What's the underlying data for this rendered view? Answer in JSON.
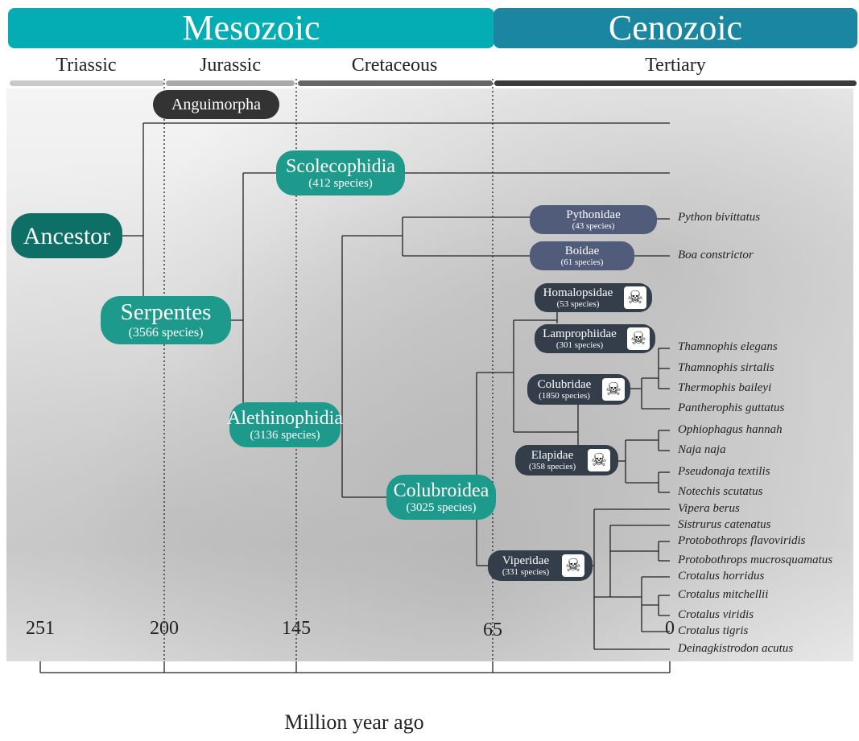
{
  "eras": {
    "mesozoic": "Mesozoic",
    "cenozoic": "Cenozoic"
  },
  "periods": {
    "triassic": "Triassic",
    "jurassic": "Jurassic",
    "cretaceous": "Cretaceous",
    "tertiary": "Tertiary"
  },
  "nodes": {
    "anguimorpha": {
      "name": "Anguimorpha"
    },
    "ancestor": {
      "name": "Ancestor"
    },
    "serpentes": {
      "name": "Serpentes",
      "count": "(3566 species)"
    },
    "scolecophidia": {
      "name": "Scolecophidia",
      "count": "(412 species)"
    },
    "alethinophidia": {
      "name": "Alethinophidia",
      "count": "(3136 species)"
    },
    "colubroidea": {
      "name": "Colubroidea",
      "count": "(3025 species)"
    },
    "pythonidae": {
      "name": "Pythonidae",
      "count": "(43 species)"
    },
    "boidae": {
      "name": "Boidae",
      "count": "(61 species)"
    },
    "homalopsidae": {
      "name": "Homalopsidae",
      "count": "(53 species)"
    },
    "lamprophiidae": {
      "name": "Lamprophiidae",
      "count": "(301 species)"
    },
    "colubridae": {
      "name": "Colubridae",
      "count": "(1850 species)"
    },
    "elapidae": {
      "name": "Elapidae",
      "count": "(358 species)"
    },
    "viperidae": {
      "name": "Viperidae",
      "count": "(331 species)"
    }
  },
  "species": {
    "python_bivittatus": "Python bivittatus",
    "boa_constrictor": "Boa constrictor",
    "thamnophis_elegans": "Thamnophis elegans",
    "thamnophis_sirtalis": "Thamnophis sirtalis",
    "thermophis_baileyi": "Thermophis baileyi",
    "pantherophis_guttatus": "Pantherophis guttatus",
    "ophiophagus_hannah": "Ophiophagus hannah",
    "naja_naja": "Naja naja",
    "pseudonaja_textilis": "Pseudonaja textilis",
    "notechis_scutatus": "Notechis scutatus",
    "vipera_berus": "Vipera berus",
    "sistrurus_catenatus": "Sistrurus catenatus",
    "protobothrops_flavoviridis": "Protobothrops flavoviridis",
    "protobothrops_mucrosquamatus": "Protobothrops mucrosquamatus",
    "crotalus_horridus": "Crotalus horridus",
    "crotalus_mitchellii": "Crotalus mitchellii",
    "crotalus_viridis": "Crotalus viridis",
    "crotalus_tigris": "Crotalus tigris",
    "deinagkistrodon_acutus": "Deinagkistrodon acutus"
  },
  "axis": {
    "ticks": [
      "251",
      "200",
      "145",
      "65",
      "0"
    ],
    "title": "Million year ago"
  },
  "icons": {
    "venom": "skull-crossbones-icon"
  },
  "colors": {
    "mesozoic": "#04adb3",
    "cenozoic": "#1b86a0",
    "clade_teal": "#1e9a8c",
    "ancestor": "#0e6f67",
    "family_slate": "#515c7a",
    "family_dark": "#343d4a"
  }
}
